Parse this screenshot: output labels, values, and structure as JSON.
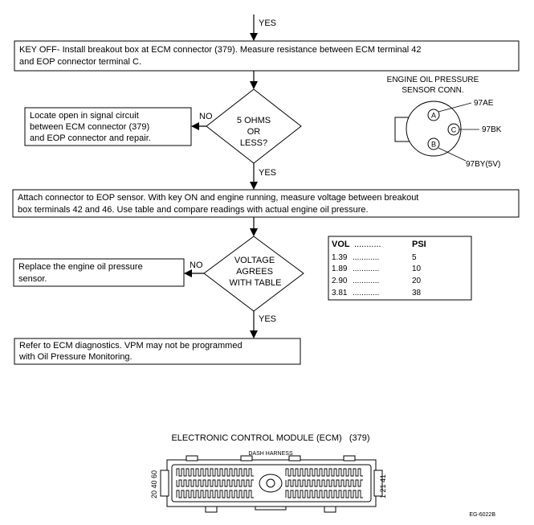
{
  "flow": {
    "start_label": "YES",
    "step1": {
      "line1": "KEY OFF- Install breakout box at ECM connector (379). Measure resistance between ECM terminal 42",
      "line2": "and EOP connector terminal C."
    },
    "decision1": {
      "line1": "5 OHMS",
      "line2": "OR",
      "line3": "LESS?",
      "no_label": "NO",
      "yes_label": "YES"
    },
    "no_box1": {
      "line1": "Locate open in signal circuit",
      "line2": "between  ECM connector (379)",
      "line3": "and EOP connector and repair."
    },
    "step2": {
      "line1": "Attach connector to EOP sensor. With key ON and engine running, measure voltage between breakout",
      "line2": "box terminals 42 and 46. Use table and compare readings with actual engine oil pressure."
    },
    "decision2": {
      "line1": "VOLTAGE",
      "line2": "AGREES",
      "line3": "WITH  TABLE",
      "no_label": "NO",
      "yes_label": "YES"
    },
    "no_box2": {
      "line1": "Replace the engine oil pressure",
      "line2": "sensor."
    },
    "end_box": {
      "line1": "Refer to ECM diagnostics. VPM may not be programmed",
      "line2": "with Oil Pressure Monitoring."
    }
  },
  "sensor": {
    "title_line1": "ENGINE OIL PRESSURE",
    "title_line2": "SENSOR CONN.",
    "pins": [
      {
        "letter": "A",
        "wire": "97AE"
      },
      {
        "letter": "C",
        "wire": "97BK"
      },
      {
        "letter": "B",
        "wire": "97BY(5V)"
      }
    ]
  },
  "table": {
    "header_vol": "VOL",
    "header_psi": "PSI",
    "rows": [
      {
        "vol": "1.39",
        "psi": "5"
      },
      {
        "vol": "1.89",
        "psi": "10"
      },
      {
        "vol": "2.90",
        "psi": "20"
      },
      {
        "vol": "3.81",
        "psi": "38"
      }
    ]
  },
  "ecm": {
    "title": "ELECTRONIC CONTROL MODULE (ECM)   (379)",
    "harness_label": "DASH HARNESS",
    "left_pins": "20 40 60",
    "right_pins": "1 21 41",
    "figure_code": "EG-6022B"
  }
}
